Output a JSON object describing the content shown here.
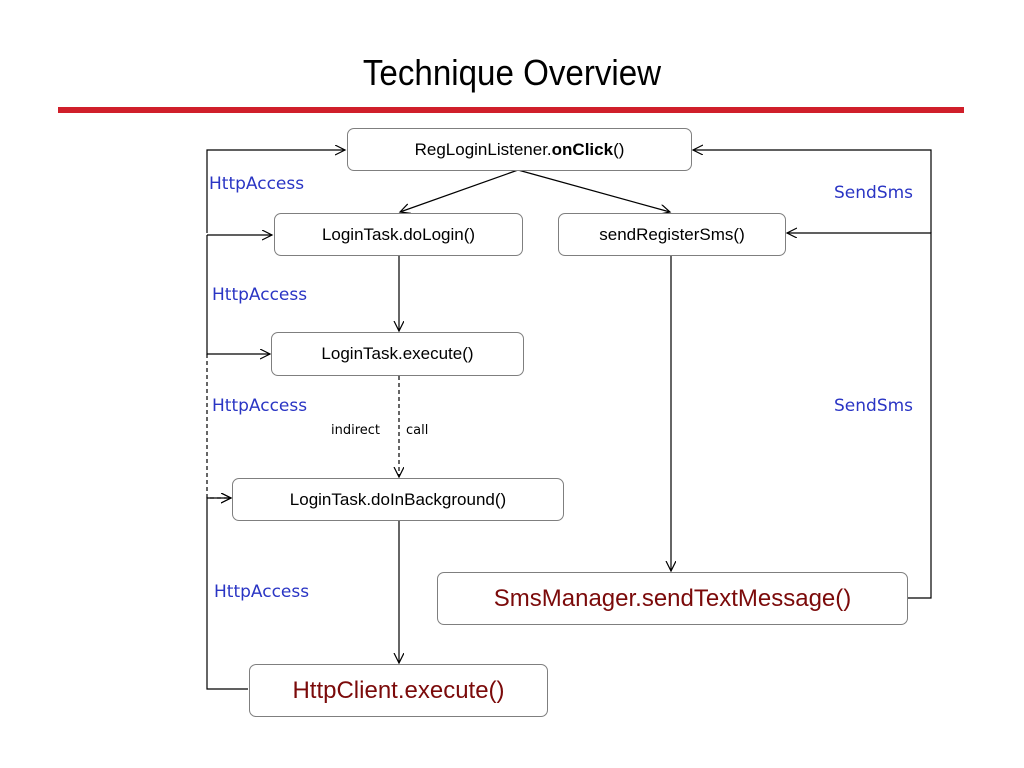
{
  "title": "Technique Overview",
  "nodes": {
    "onclick": {
      "prefix": "RegLoginListener.",
      "bold": "onClick",
      "suffix": "()"
    },
    "dologin": "LoginTask.doLogin()",
    "sendsms": "sendRegisterSms()",
    "execute": "LoginTask.execute()",
    "background": "LoginTask.doInBackground()",
    "smsmanager": "SmsManager.sendTextMessage()",
    "httpclient": "HttpClient.execute()"
  },
  "labels": {
    "httpaccess_1": "HttpAccess",
    "httpaccess_2": "HttpAccess",
    "httpaccess_3": "HttpAccess",
    "httpaccess_4": "HttpAccess",
    "sendsms_1": "SendSms",
    "sendsms_2": "SendSms"
  },
  "annotation": {
    "word1": "indirect",
    "word2": "call"
  },
  "colors": {
    "rule": "#d01f2a",
    "label": "#2a35c4",
    "sink": "#7b0a0a"
  }
}
